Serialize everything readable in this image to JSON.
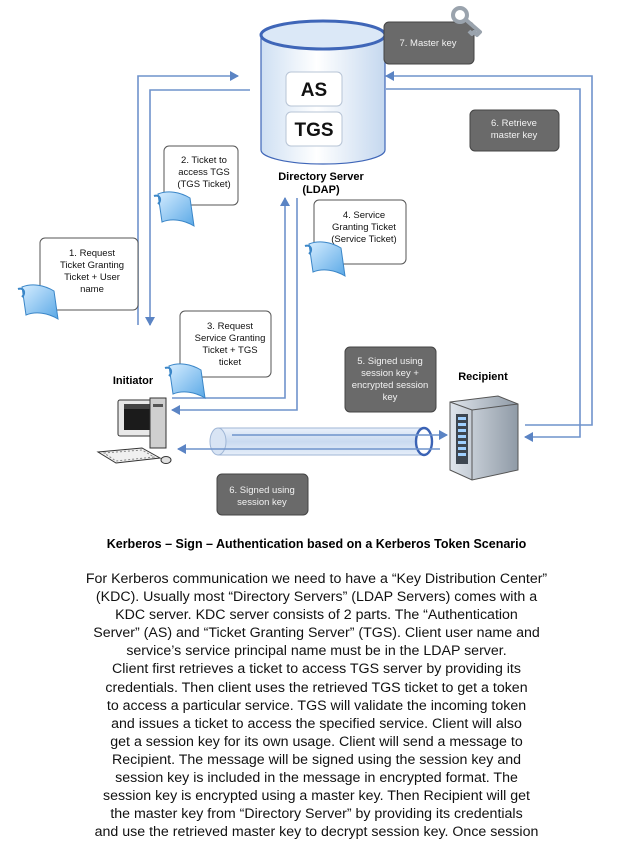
{
  "server": {
    "as": "AS",
    "tgs": "TGS",
    "name": "Directory Server",
    "sub": "(LDAP)"
  },
  "actors": {
    "initiator": "Initiator",
    "recipient": "Recipient"
  },
  "steps": {
    "s1": [
      "1. Request",
      "Ticket Granting",
      "Ticket + User",
      "name"
    ],
    "s2": [
      "2. Ticket to",
      "access TGS",
      "(TGS Ticket)"
    ],
    "s3": [
      "3. Request",
      "Service Granting",
      "Ticket + TGS",
      "ticket"
    ],
    "s4": [
      "4. Service",
      "Granting Ticket",
      "(Service Ticket)"
    ],
    "s5": [
      "5. Signed using",
      "session key +",
      "encrypted session",
      "key"
    ],
    "s6a": [
      "6. Retrieve",
      "master key"
    ],
    "s6b": [
      "6. Signed using",
      "session key"
    ],
    "s7": [
      "7. Master key"
    ]
  },
  "caption": "Kerberos – Sign – Authentication based on a Kerberos Token Scenario",
  "body_lines": [
    "For Kerberos communication we need to have a “Key Distribution Center”",
    "(KDC). Usually most “Directory Servers” (LDAP Servers) comes with a",
    "KDC server. KDC server consists of 2 parts. The “Authentication",
    "Server” (AS) and “Ticket Granting Server” (TGS). Client user name and",
    "service’s service principal name must be in the LDAP server.",
    "Client first retrieves a ticket to access TGS server by providing its",
    "credentials. Then client uses the retrieved TGS ticket to get a token",
    "to access a particular service. TGS will validate the incoming token",
    "and issues a ticket to access the specified service. Client will also",
    "get a session key for its own usage. Client will send a message to",
    "Recipient. The message will be signed using the session key and",
    "session key is included in the message in encrypted format. The",
    "session key is encrypted using a master key. Then Recipient will get",
    "the master key from “Directory Server” by providing its credentials",
    "and use the retrieved master key to decrypt session key. Once session"
  ]
}
